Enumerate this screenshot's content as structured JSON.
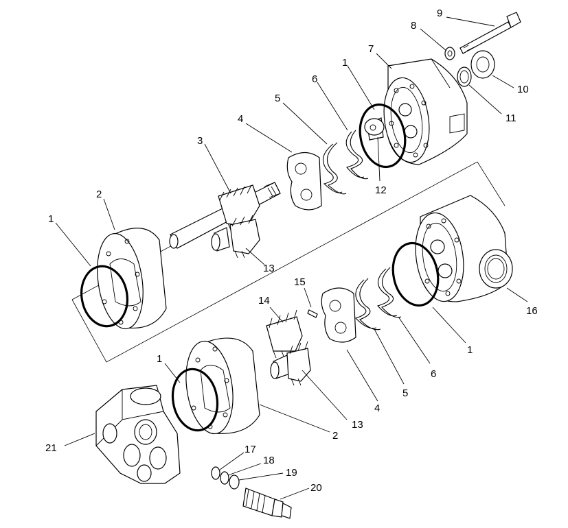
{
  "callouts": {
    "c1a": "1",
    "c1b": "1",
    "c1c": "1",
    "c1d": "1",
    "c2a": "2",
    "c2b": "2",
    "c3": "3",
    "c4a": "4",
    "c4b": "4",
    "c5a": "5",
    "c5b": "5",
    "c6a": "6",
    "c6b": "6",
    "c7": "7",
    "c8": "8",
    "c9": "9",
    "c10": "10",
    "c11": "11",
    "c12": "12",
    "c13a": "13",
    "c13b": "13",
    "c14": "14",
    "c15": "15",
    "c16": "16",
    "c17": "17",
    "c18": "18",
    "c19": "19",
    "c20": "20",
    "c21": "21"
  }
}
